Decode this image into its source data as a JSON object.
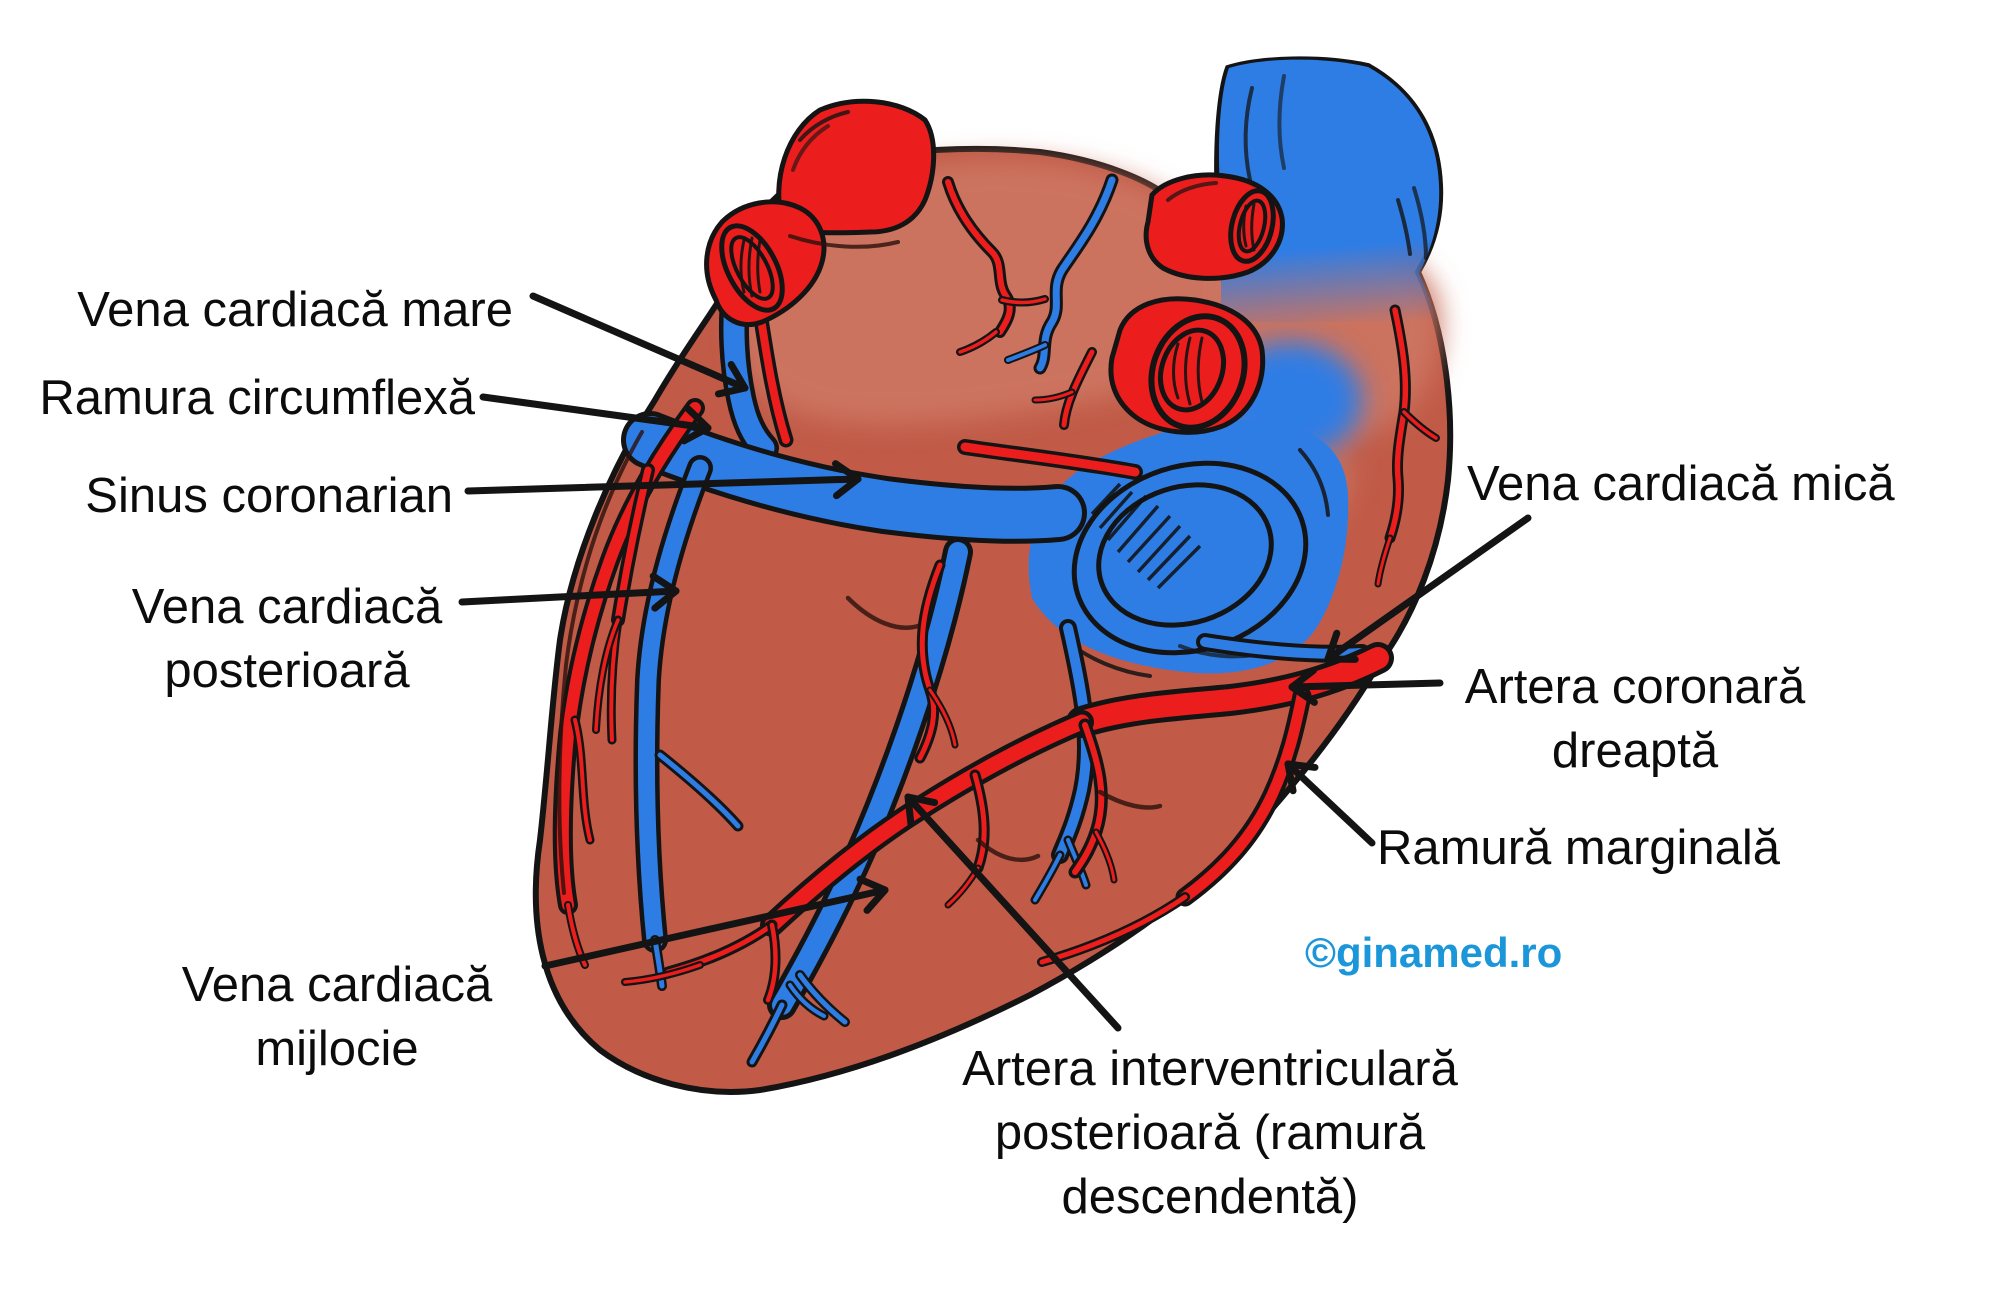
{
  "figure": {
    "labels": {
      "vena_cardiaca_mare": "Vena cardiacă mare",
      "ramura_circumflexa": "Ramura circumflexă",
      "sinus_coronarian": "Sinus coronarian",
      "vena_cardiaca_posterioara": "Vena cardiacă\nposterioară",
      "vena_cardiaca_mijlocie": "Vena cardiacă\nmijlocie",
      "vena_cardiaca_mica": "Vena cardiacă mică",
      "artera_coronara_dreapta": "Artera coronară\ndreaptă",
      "ramura_marginala": "Ramură marginală",
      "artera_interventriculara": "Artera interventriculară\nposterioară (ramură\ndescendentă)"
    },
    "watermark": "©ginamed.ro",
    "colors": {
      "vessel_red": "#ec1d1d",
      "vessel_blue": "#2e7de5",
      "heart_body": "#c15b48",
      "heart_body_light": "#cc7561",
      "outline": "#141414",
      "label_text": "#0c0c0c",
      "watermark_blue": "#1b96d9",
      "background": "#ffffff"
    }
  }
}
